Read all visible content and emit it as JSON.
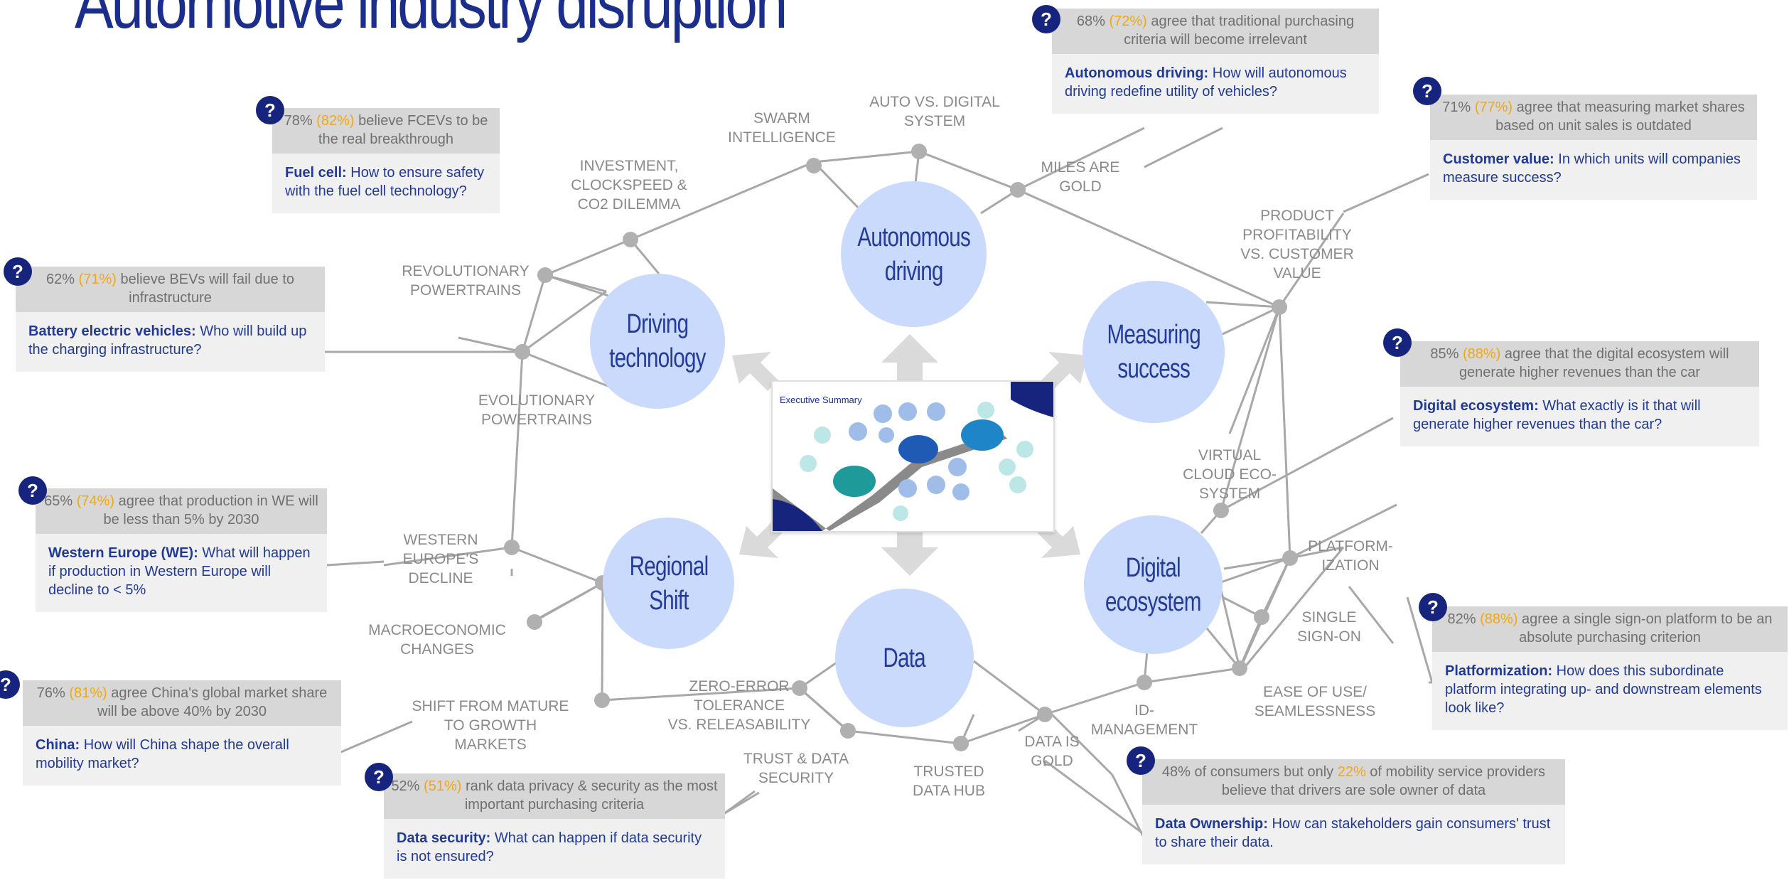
{
  "title": "Automotive industry disruption",
  "hubs": [
    {
      "id": "driving",
      "label": "Driving\ntechnology"
    },
    {
      "id": "autonomous",
      "label": "Autonomous\ndriving"
    },
    {
      "id": "measuring",
      "label": "Measuring\nsuccess"
    },
    {
      "id": "regional",
      "label": "Regional\nShift"
    },
    {
      "id": "data",
      "label": "Data"
    },
    {
      "id": "digital",
      "label": "Digital\necosystem"
    }
  ],
  "nodes": {
    "swarm": "SWARM\nINTELLIGENCE",
    "auto_digital": "AUTO VS. DIGITAL\nSYSTEM",
    "investment": "INVESTMENT,\nCLOCKSPEED &\nCO2  DILEMMA",
    "miles": "MILES ARE\nGOLD",
    "product": "PRODUCT\nPROFITABILITY\nVS. CUSTOMER\nVALUE",
    "revolutionary": "REVOLUTIONARY\nPOWERTRAINS",
    "evolutionary": "EVOLUTIONARY\nPOWERTRAINS",
    "virtual": "VIRTUAL\nCLOUD ECO-\nSYSTEM",
    "western": "WESTERN\nEUROPE'S\nDECLINE",
    "platformization": "PLATFORM-\nIZATION",
    "macro": "MACROECONOMIC\nCHANGES",
    "single": "SINGLE\nSIGN-ON",
    "shift": "SHIFT FROM MATURE\nTO GROWTH\nMARKETS",
    "zero_error": "ZERO-ERROR\nTOLERANCE\nVS. RELEASABILITY",
    "ease": "EASE OF USE/\nSEAMLESSNESS",
    "id_mgmt": "ID-\nMANAGEMENT",
    "trust_security": "TRUST & DATA\nSECURITY",
    "trusted_hub": "TRUSTED\nDATA HUB",
    "data_gold": "DATA IS\nGOLD"
  },
  "cards": [
    {
      "id": "fcev",
      "stat": "78% ",
      "stat_hl": "(82%)",
      "stat_rest": " believe FCEVs to be the real breakthrough",
      "topic": "Fuel cell:",
      "question": " How to ensure safety with the fuel cell technology?"
    },
    {
      "id": "bev",
      "stat": "62% ",
      "stat_hl": "(71%)",
      "stat_rest": " believe BEVs will fail due to infrastructure",
      "topic": "Battery electric vehicles:",
      "question": " Who will build up the charging infrastructure?"
    },
    {
      "id": "we",
      "stat": "65% ",
      "stat_hl": "(74%)",
      "stat_rest": " agree that production in WE will be less than 5% by 2030",
      "topic": "Western Europe (WE):",
      "question": " What will happen if production in Western Europe will decline to < 5%"
    },
    {
      "id": "china",
      "stat": "76% ",
      "stat_hl": "(81%)",
      "stat_rest": " agree China's global market share will be above 40% by 2030",
      "topic": "China:",
      "question": " How will China shape the overall mobility market?"
    },
    {
      "id": "security",
      "stat": "52% ",
      "stat_hl": "(51%)",
      "stat_rest": " rank data privacy & security as the most important purchasing criteria",
      "topic": "Data security:",
      "question": " What can happen if data security is not ensured?"
    },
    {
      "id": "autonomous",
      "stat": "68% ",
      "stat_hl": "(72%)",
      "stat_rest": " agree that traditional purchasing criteria will become irrelevant",
      "topic": "Autonomous driving:",
      "question": " How will autonomous driving redefine utility of vehicles?"
    },
    {
      "id": "customer",
      "stat": "71% ",
      "stat_hl": "(77%)",
      "stat_rest": " agree that measuring market shares based on unit sales is outdated",
      "topic": "Customer value:",
      "question": " In which units will companies measure success?"
    },
    {
      "id": "ecosystem",
      "stat": "85% ",
      "stat_hl": "(88%)",
      "stat_rest": " agree that the digital ecosystem will generate higher revenues than the car",
      "topic": "Digital ecosystem:",
      "question": " What exactly is it that will generate higher revenues than the car?"
    },
    {
      "id": "platform",
      "stat": "82% ",
      "stat_hl": "(88%)",
      "stat_rest": " agree a single sign-on platform to be an absolute purchasing criterion",
      "topic": "Platformization:",
      "question": " How does this subordinate platform integrating up- and downstream elements look like?"
    },
    {
      "id": "ownership",
      "stat": "48% of consumers but only ",
      "stat_hl": "22%",
      "stat_rest": " of mobility service providers believe that drivers are sole owner of data",
      "topic": "Data Ownership:",
      "question": " How can stakeholders gain consumers' trust to share their data."
    }
  ],
  "help_glyph": "?",
  "thumbnail": {
    "title": "Executive Summary",
    "icon": "summary-slide-thumbnail"
  },
  "colors": {
    "title": "#1c2e8c",
    "hub": "#c9dafc",
    "hub_text": "#243b99",
    "accent": "#f2a712",
    "line": "#a8a8a8",
    "node": "#b0b0b0",
    "arrow": "#dadada"
  }
}
